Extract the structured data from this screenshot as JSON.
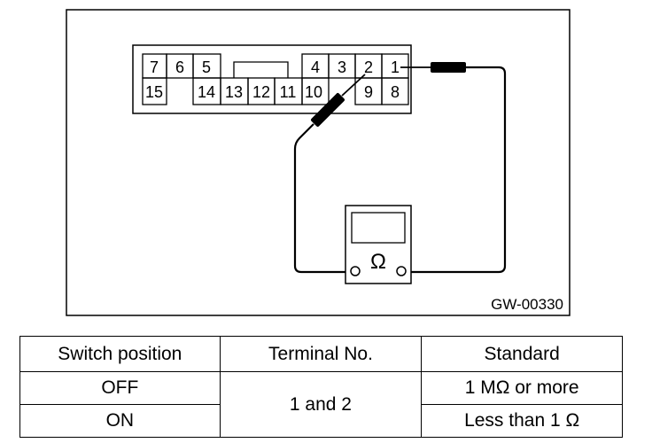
{
  "figure": {
    "code": "GW-00330",
    "connector_top_row": [
      "7",
      "6",
      "5",
      "4",
      "3",
      "2",
      "1"
    ],
    "connector_bottom_row": [
      "15",
      "14",
      "13",
      "12",
      "11",
      "10",
      "9",
      "8"
    ],
    "meter_symbol": "Ω"
  },
  "table": {
    "headers": [
      "Switch position",
      "Terminal No.",
      "Standard"
    ],
    "rows": [
      {
        "switch": "OFF",
        "standard": "1 MΩ or more"
      },
      {
        "switch": "ON",
        "standard": "Less than 1 Ω"
      }
    ],
    "terminal": "1 and 2"
  }
}
